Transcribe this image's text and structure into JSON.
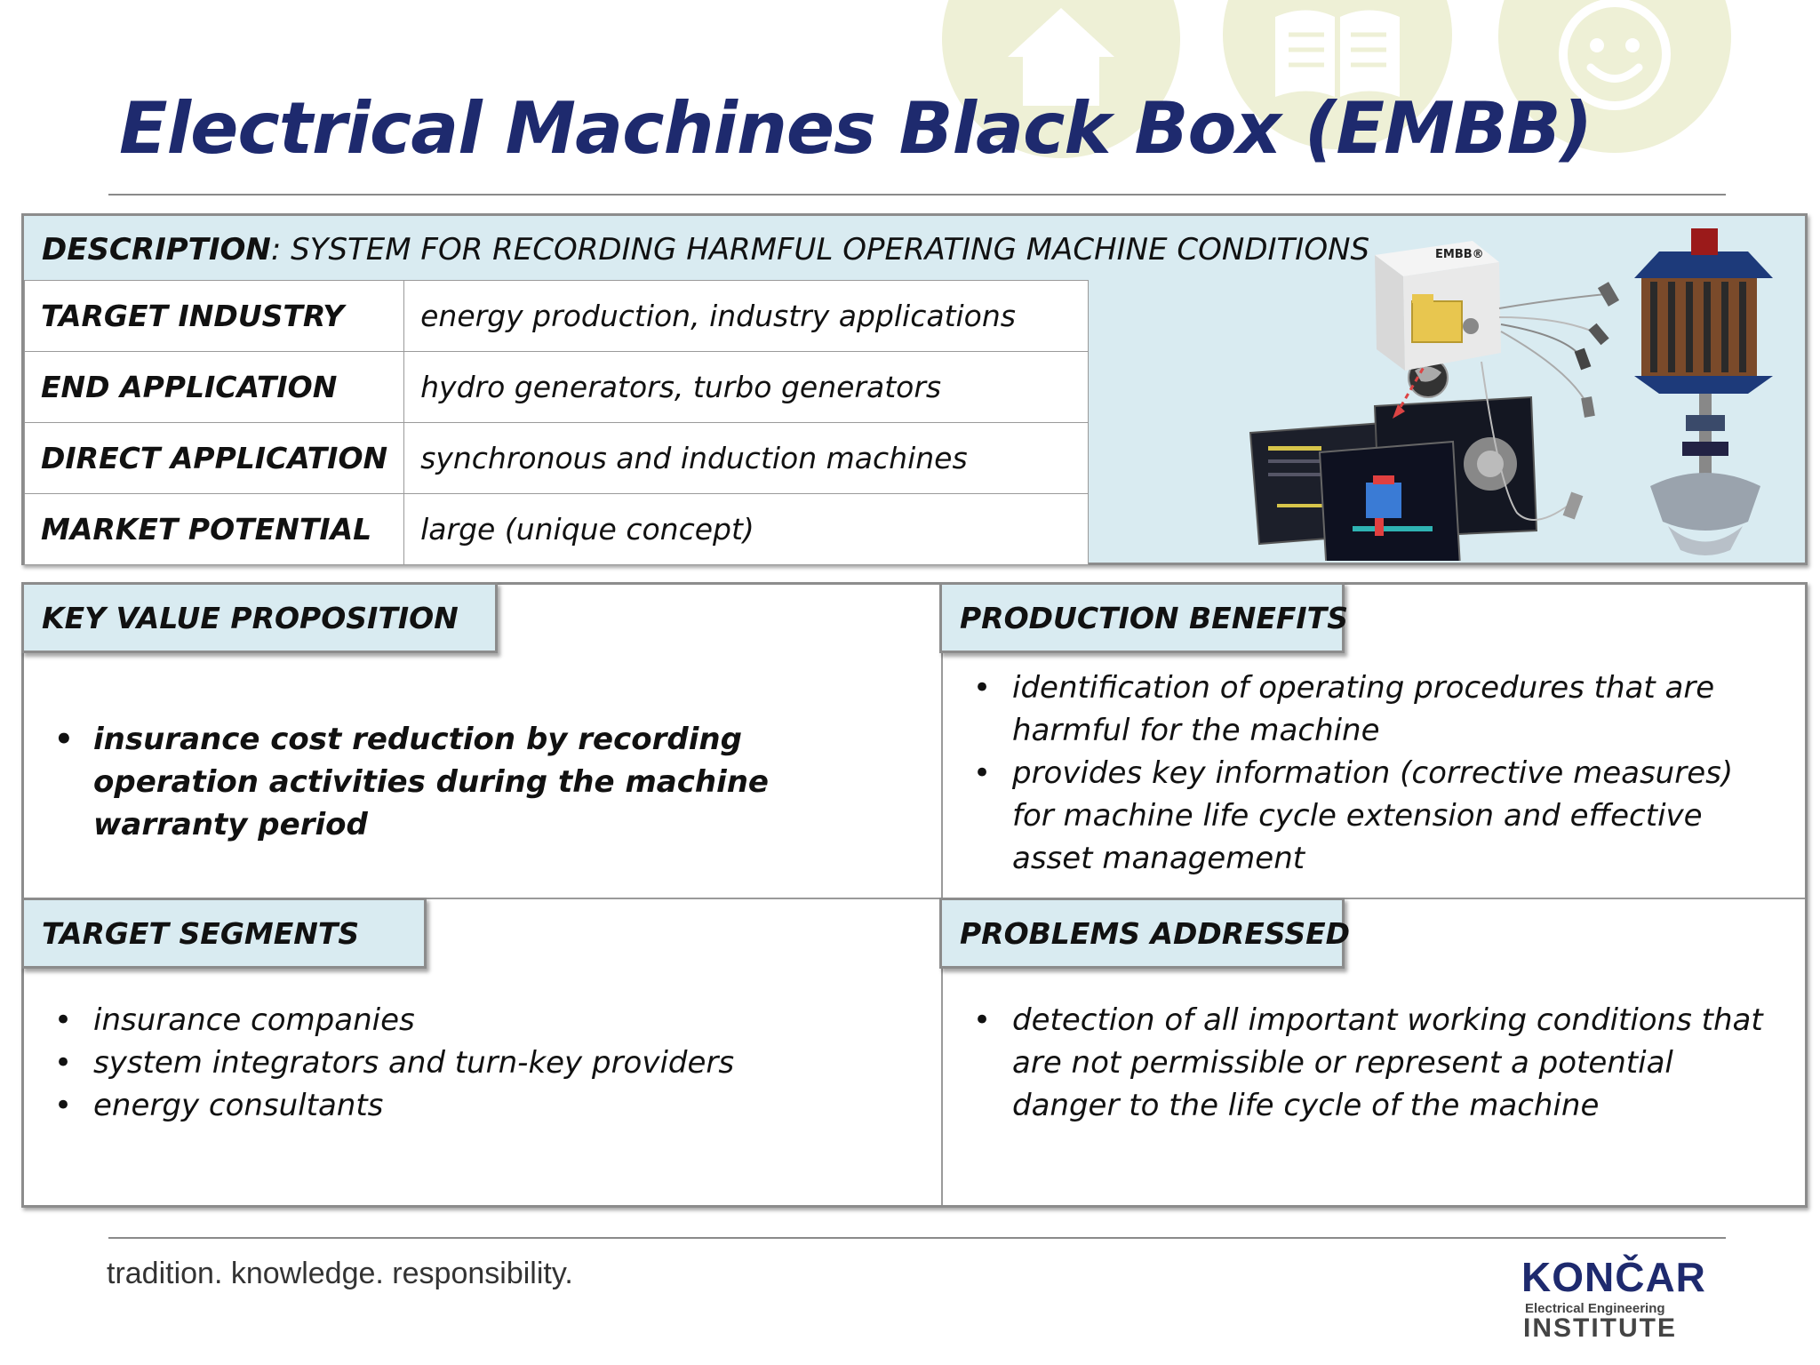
{
  "header": {
    "title": "Electrical Machines Black Box (EMBB)"
  },
  "description": {
    "label": "DESCRIPTION",
    "separator": ": ",
    "text": "SYSTEM FOR RECORDING HARMFUL OPERATING MACHINE CONDITIONS"
  },
  "info_table": [
    {
      "key": "TARGET INDUSTRY",
      "value": "energy production, industry applications"
    },
    {
      "key": "END APPLICATION",
      "value": "hydro generators, turbo generators"
    },
    {
      "key": "DIRECT APPLICATION",
      "value": "synchronous and induction machines"
    },
    {
      "key": "MARKET POTENTIAL",
      "value": "large (unique concept)"
    }
  ],
  "illustration": {
    "box_label": "EMBB®"
  },
  "key_value": {
    "title": "KEY VALUE PROPOSITION",
    "items": [
      "insurance cost reduction by recording operation activities during the machine warranty period"
    ]
  },
  "production_benefits": {
    "title": "PRODUCTION BENEFITS",
    "items": [
      "identification of operating procedures that are harmful for the machine",
      "provides key information (corrective measures) for machine life cycle extension and effective asset management"
    ]
  },
  "target_segments": {
    "title": "TARGET SEGMENTS",
    "items": [
      "insurance companies",
      "system integrators and turn-key providers",
      "energy consultants"
    ]
  },
  "problems_addressed": {
    "title": "PROBLEMS ADDRESSED",
    "items": [
      "detection of all important working conditions that are not permissible or represent a potential danger to the life cycle of the machine"
    ]
  },
  "footer": {
    "tagline": "tradition. knowledge. responsibility.",
    "logo_main": "KONČAR",
    "logo_sub1": "Electrical Engineering",
    "logo_sub2": "INSTITUTE"
  },
  "colors": {
    "title": "#1e2a6e",
    "panel_bg": "#d9ebf1",
    "border": "#8c8c8c",
    "deco": "#eef0d6"
  },
  "icons": [
    "house-icon",
    "book-icon",
    "smiley-icon"
  ]
}
